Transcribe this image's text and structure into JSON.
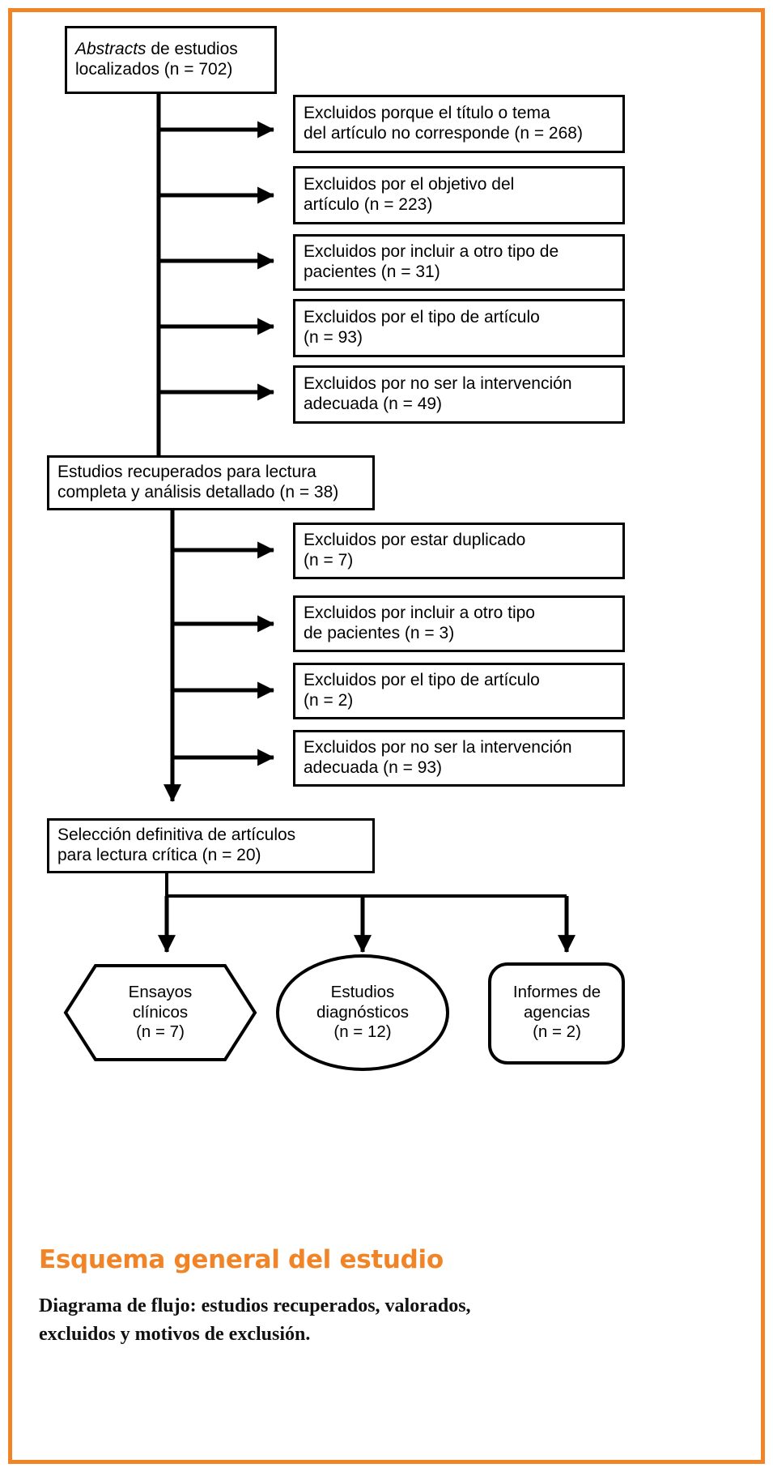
{
  "frame": {
    "border_color": "#F08426"
  },
  "diagram": {
    "title_italic_word": "Abstracts",
    "nodes": {
      "source": {
        "line1_rest": " de estudios",
        "line2": "localizados (n = 702)"
      },
      "retrieved": {
        "text": "Estudios recuperados para lectura\ncompleta y análisis detallado (n = 38)"
      },
      "selected": {
        "text": "Selección definitiva de artículos\npara lectura crítica (n = 20)"
      }
    },
    "exclusions_stage1": [
      {
        "text": "Excluidos porque el título o tema\ndel artículo no corresponde (n = 268)"
      },
      {
        "text": "Excluidos por el objetivo del\nartículo (n = 223)"
      },
      {
        "text": "Excluidos por  incluir a otro tipo de\npacientes (n = 31)"
      },
      {
        "text": "Excluidos por el tipo de artículo\n (n = 93)"
      },
      {
        "text": "Excluidos por no ser la intervención\nadecuada (n = 49)"
      }
    ],
    "exclusions_stage2": [
      {
        "text": "Excluidos por estar duplicado\n(n = 7)"
      },
      {
        "text": "Excluidos por incluir a otro tipo\nde pacientes (n = 3)"
      },
      {
        "text": "Excluidos por el tipo de artículo\n(n = 2)"
      },
      {
        "text": "Excluidos por no ser la intervención\nadecuada (n = 93)"
      }
    ],
    "terminals": [
      {
        "shape": "hexagon",
        "text": "Ensayos\nclínicos\n(n = 7)"
      },
      {
        "shape": "ellipse",
        "text": "Estudios\ndiagnósticos\n(n = 12)"
      },
      {
        "shape": "rounded-rect",
        "text": "Informes de\nagencias\n(n = 2)"
      }
    ]
  },
  "footer": {
    "title": "Esquema general del estudio",
    "caption": "Diagrama de flujo: estudios recuperados, valorados,\nexcluidos y motivos de exclusión."
  }
}
